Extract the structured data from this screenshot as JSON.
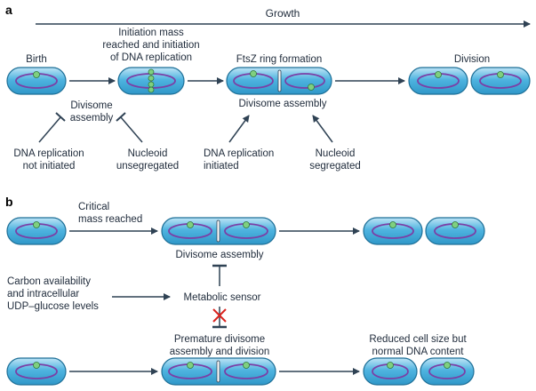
{
  "colors": {
    "cell_fill": "#4fb4e0",
    "cell_light": "#bfe4f6",
    "cell_stroke": "#1d6f97",
    "nucleoid": "#7b3fa6",
    "origin": "#7fd07f",
    "arrow": "#2f4254",
    "block_x": "#d9231f"
  },
  "panel_a": {
    "label": "a",
    "growth": "Growth",
    "birth": "Birth",
    "initiation_line1": "Initiation mass",
    "initiation_line2": "reached and initiation",
    "initiation_line3": "of DNA replication",
    "ftsz": "FtsZ ring formation",
    "division": "Division",
    "divisome_line1": "Divisome",
    "divisome_line2": "assembly",
    "divisome_assembly": "Divisome assembly",
    "dna_not_line1": "DNA replication",
    "dna_not_line2": "not initiated",
    "nuc_unseg_line1": "Nucleoid",
    "nuc_unseg_line2": "unsegregated",
    "dna_init_line1": "DNA replication",
    "dna_init_line2": "initiated",
    "nuc_seg_line1": "Nucleoid",
    "nuc_seg_line2": "segregated"
  },
  "panel_b": {
    "label": "b",
    "critical_line1": "Critical",
    "critical_line2": "mass reached",
    "divisome_assembly": "Divisome assembly",
    "carbon_line1": "Carbon availability",
    "carbon_line2": "and intracellular",
    "carbon_line3": "UDP–glucose levels",
    "metabolic_sensor": "Metabolic sensor",
    "premature_line1": "Premature divisome",
    "premature_line2": "assembly and division",
    "reduced_line1": "Reduced cell size but",
    "reduced_line2": "normal DNA content"
  }
}
